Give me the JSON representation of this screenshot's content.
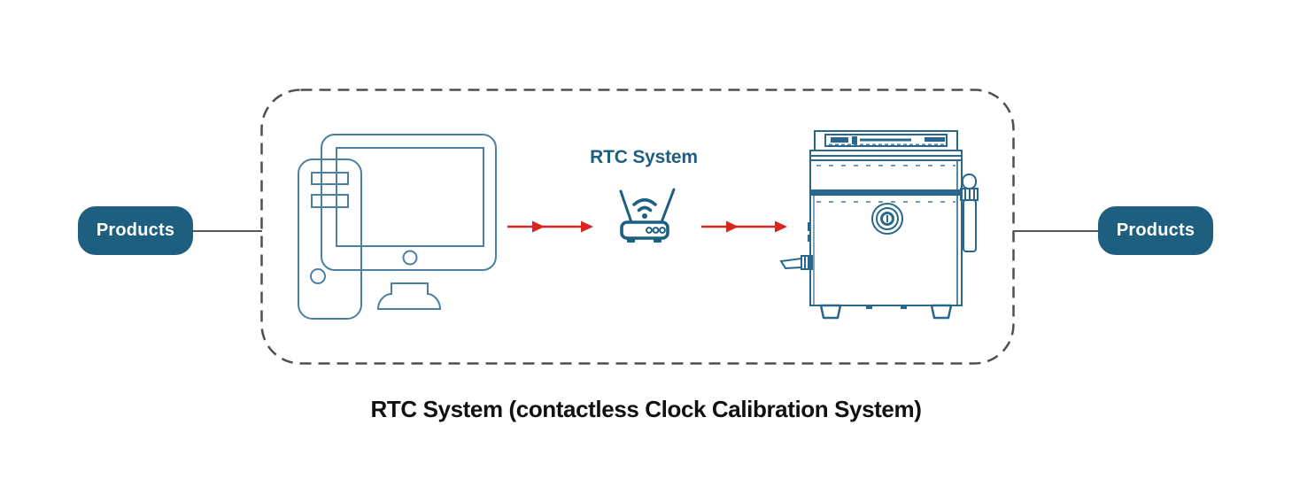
{
  "diagram": {
    "badges": {
      "left": {
        "label": "Products"
      },
      "right": {
        "label": "Products"
      }
    },
    "router": {
      "label": "RTC System"
    },
    "caption": "RTC System (contactless Clock Calibration System)",
    "icons": {
      "computer": "desktop-computer-icon",
      "router": "wifi-router-icon",
      "machine": "marking-machine-icon",
      "arrow": "red-flow-arrow-icon",
      "boundary": "dashed-system-boundary"
    },
    "colors": {
      "badge_bg": "#1e5f80",
      "label_teal": "#1d5f80",
      "computer_outline": "#4c80a0",
      "machine_outline": "#29688c",
      "arrow_red": "#d8251f",
      "dashed_border": "#4f4f4f",
      "connector_line": "#555555",
      "caption_text": "#111111"
    }
  }
}
